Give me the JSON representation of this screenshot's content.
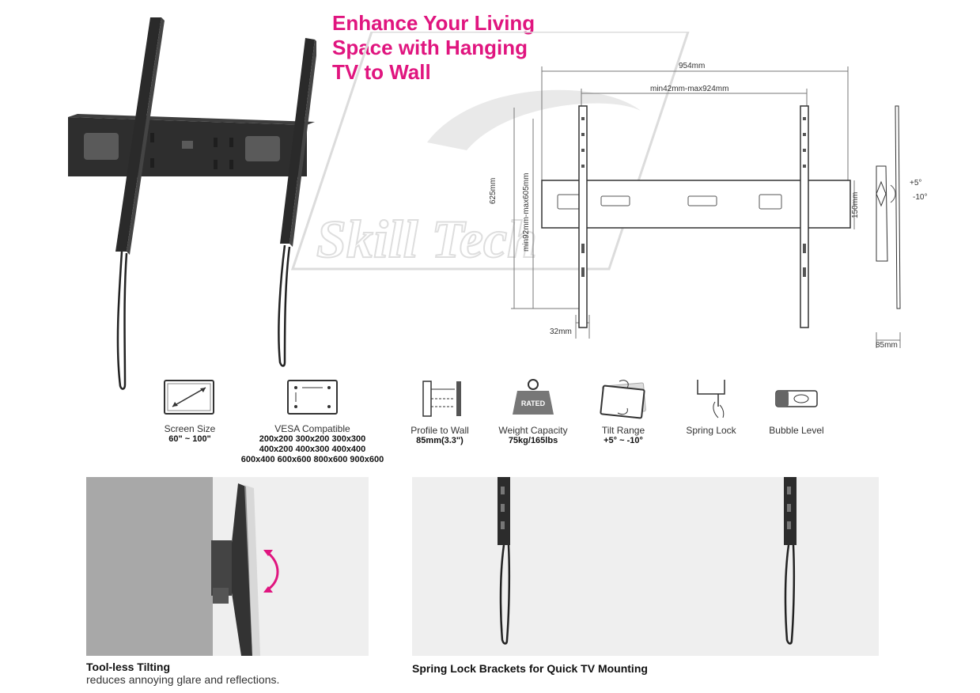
{
  "headline": {
    "lines": [
      "Enhance Your Living",
      "Space with Hanging",
      "TV to Wall"
    ]
  },
  "watermark": {
    "text": "Skill Tech"
  },
  "diagram": {
    "dims": {
      "total_width": "954mm",
      "spacing": "min42mm-max924mm",
      "height": "625mm",
      "vertical_range": "min92mm-max605mm",
      "bracket_width": "32mm",
      "plate_height": "150mm",
      "profile": "85mm",
      "tilt_up": "+5°",
      "tilt_down": "-10°"
    }
  },
  "features": [
    {
      "icon": "screen-size-icon",
      "label": "Screen Size",
      "values": [
        "60\" ~ 100\""
      ]
    },
    {
      "icon": "vesa-icon",
      "label": "VESA Compatible",
      "values": [
        "200x200 300x200 300x300",
        "400x200 400x300 400x400",
        "600x400 600x600 800x600 900x600"
      ]
    },
    {
      "icon": "profile-icon",
      "label": "Profile to Wall",
      "values": [
        "85mm(3.3\")"
      ]
    },
    {
      "icon": "weight-icon",
      "label": "Weight Capacity",
      "values": [
        "75kg/165lbs"
      ],
      "badge": "RATED"
    },
    {
      "icon": "tilt-icon",
      "label": "Tilt Range",
      "values": [
        "+5° ~ -10°"
      ]
    },
    {
      "icon": "spring-lock-icon",
      "label": "Spring Lock",
      "values": []
    },
    {
      "icon": "bubble-level-icon",
      "label": "Bubble Level",
      "values": []
    }
  ],
  "captions": {
    "tilting_title": "Tool-less Tilting",
    "tilting_sub": "reduces annoying glare and reflections.",
    "spring_title": "Spring Lock Brackets for Quick TV Mounting"
  },
  "colors": {
    "accent": "#e0157f",
    "bracket": "#2b2b2b",
    "panel": "#efefef"
  }
}
